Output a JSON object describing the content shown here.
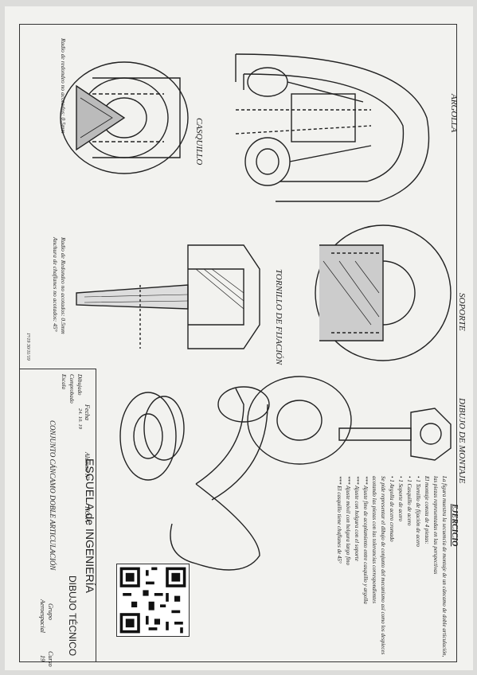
{
  "views": {
    "argolla": "ARGOLLA",
    "casquillo": "CASQUILLO",
    "tornillo": "TORNILLO DE FIJACIÓN",
    "soporte": "SOPORTE",
    "montaje": "DIBUJO DE MONTAJE"
  },
  "notes": {
    "casquillo_note": "Radio de redondeo no acotados: 0.5mm",
    "tornillo_note_1": "Radio de Redondeo no acotados: 0.5mm",
    "tornillo_note_2": "Anchura de chaflanes no acotados: 45°"
  },
  "ejercicio": {
    "title": "EJERCICIO",
    "lines": [
      "La figura muestra la secuencia de montaje de un cáncamo de doble articulación,",
      "las piezas representadas en las perspectivas",
      "El montaje consta de 4 piezas:",
      "• 1 Tornillo de fijación de acero",
      "• 1 Casquillo de acero",
      "• 1 Soporte de acero",
      "• 1 Argolla de acero cromado",
      "Se pide representar el dibujo de conjunto del mecanismo así como los despieces",
      "acotando las piezas con las tolerancias correspondientes",
      "*** Ajuste fino de acoplamiento entre casquillo y argolla",
      "*** Ajuste con holgura con el soporte",
      "*** Ajuste móvil con holgura largo fino",
      "*** El casquillo tiene chaflanes de 45°"
    ]
  },
  "title_block": {
    "school": "ESCUELA de INGENIERÍA",
    "subject": "DIBUJO TÉCNICO",
    "drawing_title": "CONJUNTO CÁNCAMO DOBLE ARTICULACIÓN",
    "fecha_label": "Fecha",
    "alumno_label": "Alumno Nº",
    "hoja_label": "HOJA",
    "dibujado_label": "Dibujado",
    "comprobado_label": "Comprobado",
    "escala_label": "Escala",
    "dibujado_date": "24. 10. 19",
    "grupo_label": "Grupo",
    "grupo_value": "Aeroespacial",
    "curso_label": "Curso",
    "curso_value": "19",
    "stamp": "1ª/19 30/11/19"
  },
  "colors": {
    "paper": "#f2f2ef",
    "ink": "#222222",
    "background": "#dcdcda"
  }
}
